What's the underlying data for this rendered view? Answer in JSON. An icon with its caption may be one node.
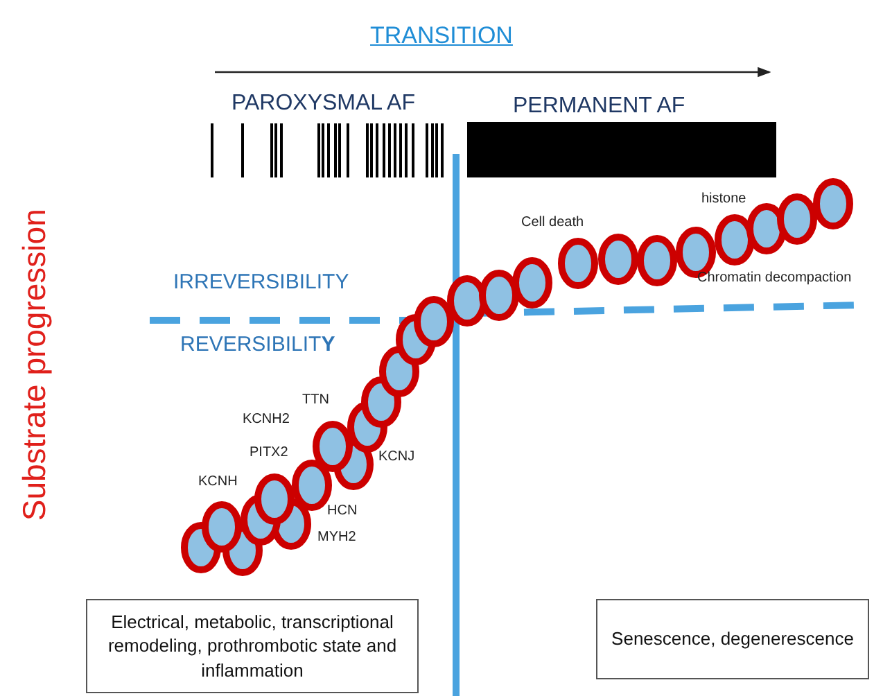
{
  "diagram": {
    "title": "TRANSITION",
    "nodes": [
      {
        "text": [
          "Electrical, metabolic, transcriptional remodeling, prothrombotic state and inflammation"
        ]
      },
      {
        "text": [
          "Senescence, degenerescence"
        ]
      }
    ],
    "labels": [
      "PAROXYSMAL AF",
      "PERMANENT AF",
      "Substrate progression",
      "IRREVERSIBILITY",
      "REVERSIBILIT**Y**",
      "Cell death",
      "histone",
      "Chromatin decompaction",
      "TTN",
      "KCNH2",
      "PITX2",
      "KCNJ",
      "KCNH",
      "HCN",
      "MYH2"
    ]
  }
}
